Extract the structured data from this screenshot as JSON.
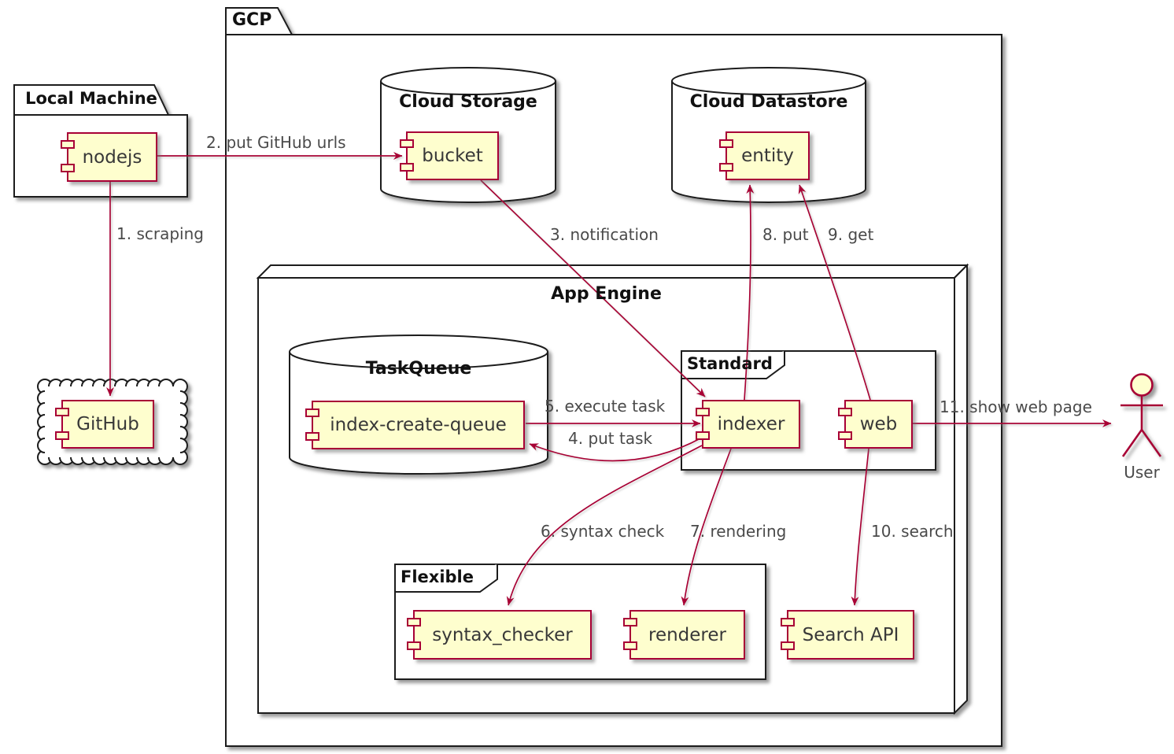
{
  "containers": {
    "gcp": {
      "label": "GCP"
    },
    "local_machine": {
      "label": "Local Machine"
    },
    "cloud_storage": {
      "label": "Cloud Storage"
    },
    "cloud_datastore": {
      "label": "Cloud Datastore"
    },
    "app_engine": {
      "label": "App Engine"
    },
    "task_queue": {
      "label": "TaskQueue"
    },
    "standard": {
      "label": "Standard"
    },
    "flexible": {
      "label": "Flexible"
    },
    "github_cloud": {
      "label": ""
    }
  },
  "components": {
    "nodejs": {
      "label": "nodejs"
    },
    "bucket": {
      "label": "bucket"
    },
    "entity": {
      "label": "entity"
    },
    "github": {
      "label": "GitHub"
    },
    "index_create_queue": {
      "label": "index-create-queue"
    },
    "indexer": {
      "label": "indexer"
    },
    "web": {
      "label": "web"
    },
    "syntax_checker": {
      "label": "syntax_checker"
    },
    "renderer": {
      "label": "renderer"
    },
    "search_api": {
      "label": "Search API"
    }
  },
  "actor": {
    "label": "User"
  },
  "edges": [
    {
      "label": "1. scraping",
      "from": "nodejs",
      "to": "github"
    },
    {
      "label": "2. put GitHub urls",
      "from": "nodejs",
      "to": "bucket"
    },
    {
      "label": "3. notification",
      "from": "bucket",
      "to": "indexer"
    },
    {
      "label": "4. put task",
      "from": "indexer",
      "to": "index_create_queue"
    },
    {
      "label": "5. execute task",
      "from": "index_create_queue",
      "to": "indexer"
    },
    {
      "label": "6. syntax check",
      "from": "indexer",
      "to": "syntax_checker"
    },
    {
      "label": "7. rendering",
      "from": "indexer",
      "to": "renderer"
    },
    {
      "label": "8. put",
      "from": "indexer",
      "to": "entity"
    },
    {
      "label": "9. get",
      "from": "web",
      "to": "entity"
    },
    {
      "label": "10. search",
      "from": "web",
      "to": "search_api"
    },
    {
      "label": "11. show web page",
      "from": "web",
      "to": "user"
    }
  ],
  "colors": {
    "component_fill": "#FEFECE",
    "component_border": "#A80036",
    "edge": "#A80036",
    "shape_border": "#1A1A1A",
    "shape_fill": "#FFFFFF",
    "text": "#383838",
    "label_text": "#4A4A4A",
    "title_text": "#111111"
  }
}
